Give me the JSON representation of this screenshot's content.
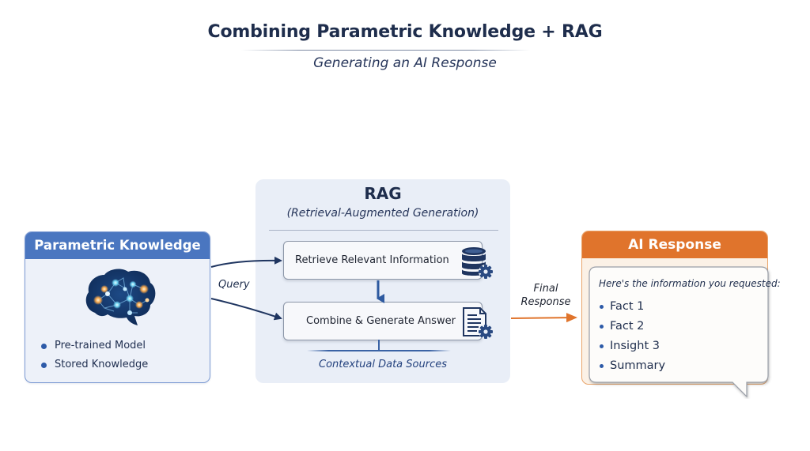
{
  "header": {
    "title": "Combining Parametric Knowledge + RAG",
    "subtitle": "Generating an AI Response"
  },
  "parametric": {
    "title": "Parametric Knowledge",
    "icon": "brain-network-icon",
    "items": [
      "Pre-trained Model",
      "Stored Knowledge"
    ]
  },
  "query_label": "Query",
  "rag": {
    "title": "RAG",
    "subtitle": "(Retrieval-Augmented Generation)",
    "steps": [
      {
        "label": "Retrieve Relevant Information",
        "icon": "database-gear-icon"
      },
      {
        "label": "Combine & Generate Answer",
        "icon": "document-gear-icon"
      }
    ],
    "sources_label": "Contextual Data Sources"
  },
  "final_label": "Final Response",
  "ai_response": {
    "title": "AI Response",
    "intro": "Here's the information you requested:",
    "items": [
      "Fact 1",
      "Fact 2",
      "Insight 3",
      "Summary"
    ]
  },
  "colors": {
    "title_navy": "#1e2d4c",
    "parametric_blue": "#4a76c0",
    "rag_panel_bg": "#e9eef7",
    "arrow_navy": "#1f3560",
    "flow_blue": "#2e5aa0",
    "response_orange": "#e0742c"
  }
}
